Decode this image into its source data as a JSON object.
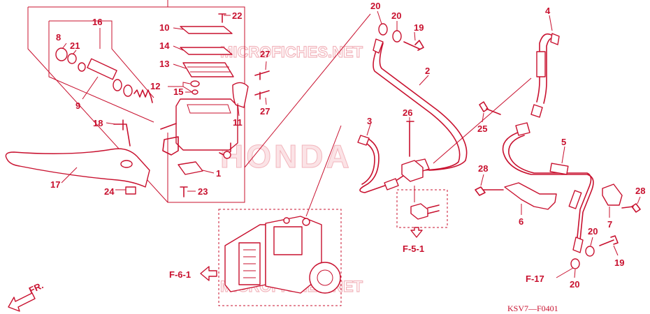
{
  "watermarks": {
    "top": "MICROFICHES.NET",
    "center": "HONDA",
    "bottom": "MICROFICHES.NET"
  },
  "callouts": {
    "c1": "1",
    "c2": "2",
    "c3": "3",
    "c4": "4",
    "c5": "5",
    "c6": "6",
    "c7": "7",
    "c8": "8",
    "c9": "9",
    "c10": "10",
    "c11": "11",
    "c12": "12",
    "c13": "13",
    "c14": "14",
    "c15": "15",
    "c16": "16",
    "c17": "17",
    "c18": "18",
    "c19a": "19",
    "c19b": "19",
    "c20a": "20",
    "c20b": "20",
    "c20c": "20",
    "c20d": "20",
    "c21": "21",
    "c22": "22",
    "c23": "23",
    "c24": "24",
    "c25": "25",
    "c26": "26",
    "c27a": "27",
    "c27b": "27",
    "c28a": "28",
    "c28b": "28"
  },
  "references": {
    "f61": "F-6-1",
    "f51": "F-5-1",
    "f17": "F-17",
    "fr": "FR."
  },
  "diagram_code": "KSV7—F0401",
  "colors": {
    "line": "#c8102e",
    "watermark": "#f2b6bd",
    "background": "#ffffff"
  }
}
